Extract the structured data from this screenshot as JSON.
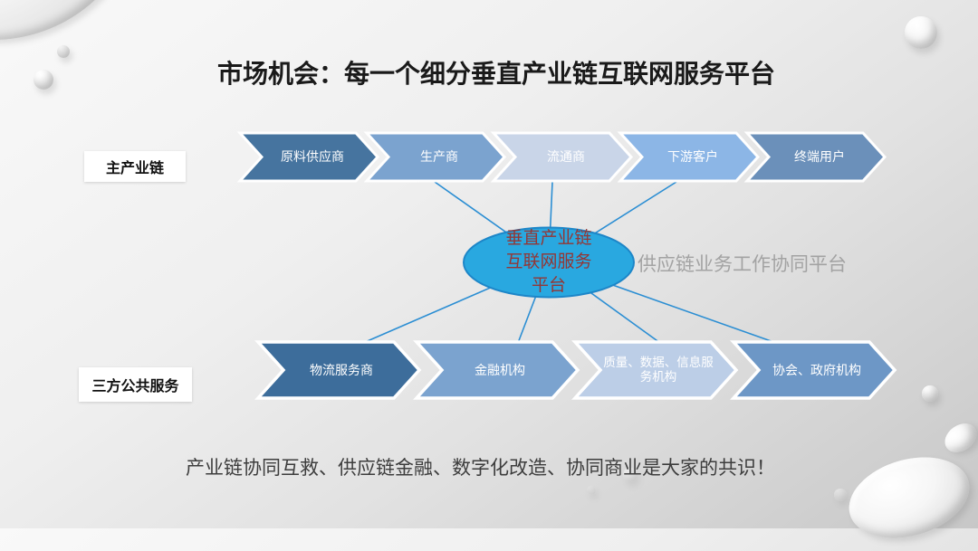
{
  "slide": {
    "title": "市场机会：每一个细分垂直产业链互联网服务平台",
    "caption": "产业链协同互救、供应链金融、数字化改造、协同商业是大家的共识！"
  },
  "diagram": {
    "main_chain": {
      "label": "主产业链",
      "items": [
        {
          "label": "原料供应商",
          "color": "#46749f"
        },
        {
          "label": "生产商",
          "color": "#7ba3cf"
        },
        {
          "label": "流通商",
          "color": "#c9d5e8"
        },
        {
          "label": "下游客户",
          "color": "#8cb6e6"
        },
        {
          "label": "终端用户",
          "color": "#6b90ba"
        }
      ]
    },
    "public_services": {
      "label": "三方公共服务",
      "items": [
        {
          "label": "物流服务商",
          "color": "#3d6d9b"
        },
        {
          "label": "金融机构",
          "color": "#7ba3cf"
        },
        {
          "label": "质量、数据、信息服务机构",
          "color": "#bccee7"
        },
        {
          "label": "协会、政府机构",
          "color": "#6d97c6"
        }
      ]
    },
    "hub": {
      "label": "垂直产业链互联网服务平台",
      "lines": [
        "垂直产业链",
        "互联网服务",
        "平台"
      ],
      "fill": "#29a8e0",
      "stroke": "#1d86c8",
      "text_color": "#943634"
    },
    "hub_annotation": "供应链业务工作协同平台",
    "connector_color": "#2b8ed3",
    "separator_color": "#ffffff"
  }
}
